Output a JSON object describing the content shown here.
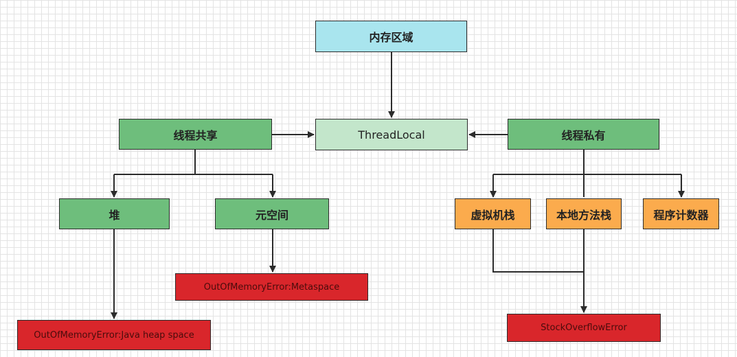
{
  "colors": {
    "root": "#a9e5ee",
    "threadlocal": "#c3e6cb",
    "green": "#6ebe7c",
    "orange": "#fbab4d",
    "red": "#d9262b",
    "edge": "#2b2b2b"
  },
  "nodes": {
    "memory_area": "内存区域",
    "threadlocal": "ThreadLocal",
    "thread_shared": "线程共享",
    "thread_private": "线程私有",
    "heap": "堆",
    "metaspace": "元空间",
    "vm_stack": "虚拟机栈",
    "native_stack": "本地方法栈",
    "program_counter": "程序计数器",
    "oom_metaspace": "OutOfMemoryError:Metaspace",
    "oom_heap": "OutOfMemoryError:Java heap space",
    "stack_overflow": "StockOverflowError"
  }
}
